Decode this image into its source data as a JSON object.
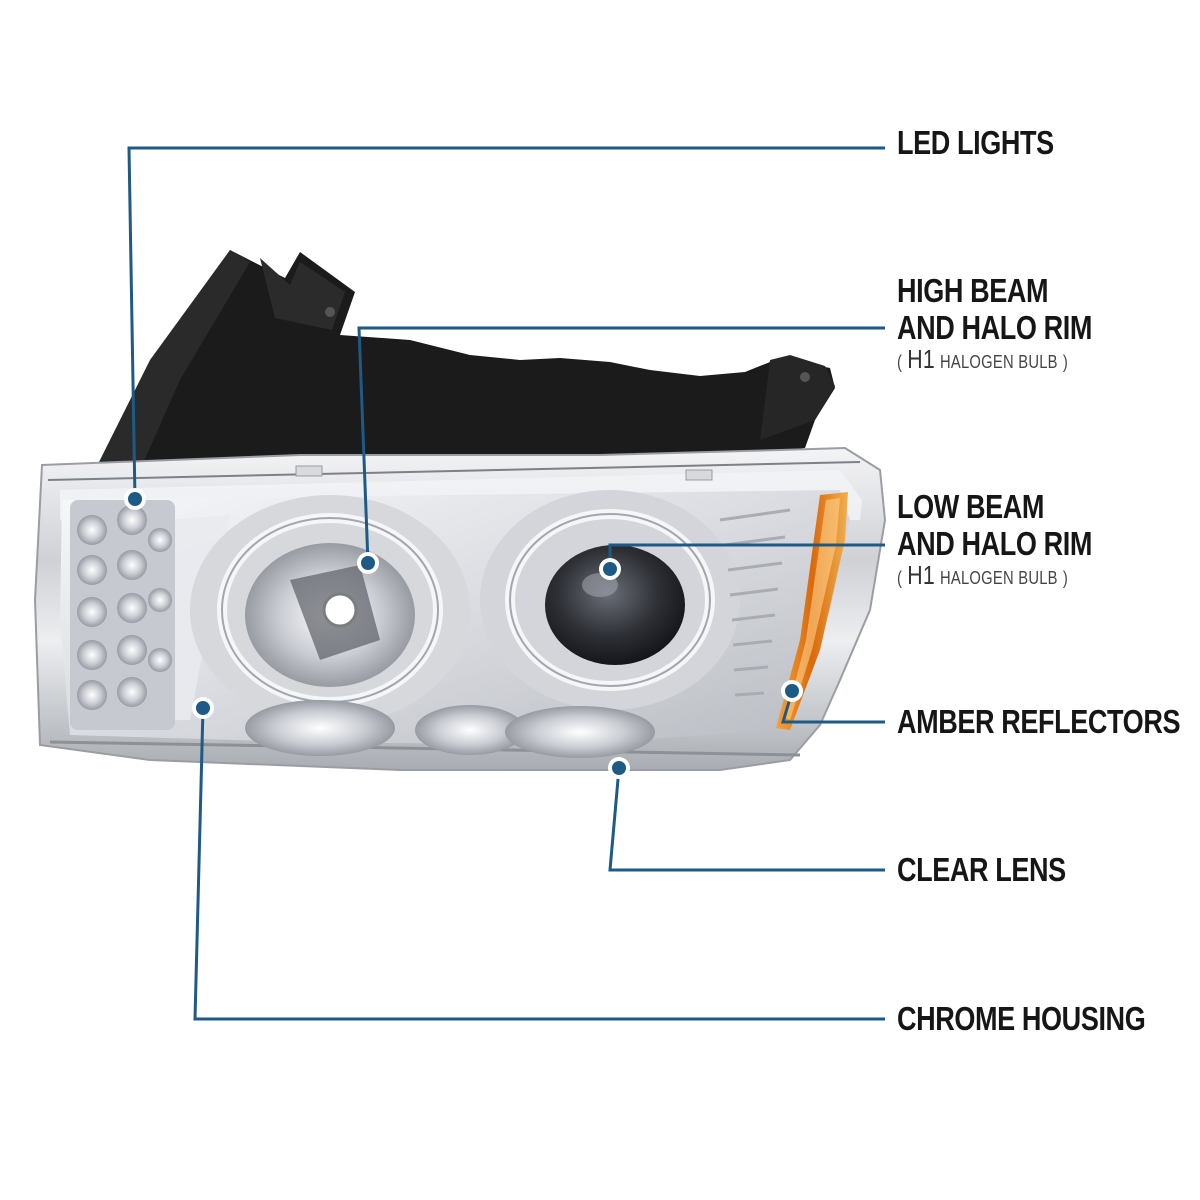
{
  "colors": {
    "callout_line": "#1e5a86",
    "callout_dot": "#1e5a86",
    "amber": "#e07a12",
    "housing_black": "#1b1b1b"
  },
  "callouts": [
    {
      "id": "led",
      "title_lines": [
        "LED LIGHTS"
      ]
    },
    {
      "id": "high",
      "title_lines": [
        "HIGH BEAM",
        "AND HALO RIM"
      ],
      "note": {
        "open": "(",
        "bulb": "H1",
        "type": "HALOGEN BULB",
        "close": ")"
      }
    },
    {
      "id": "low",
      "title_lines": [
        "LOW BEAM",
        "AND HALO RIM"
      ],
      "note": {
        "open": "(",
        "bulb": "H1",
        "type": "HALOGEN BULB",
        "close": ")"
      }
    },
    {
      "id": "amber",
      "title_lines": [
        "AMBER REFLECTORS"
      ]
    },
    {
      "id": "lens",
      "title_lines": [
        "CLEAR LENS"
      ]
    },
    {
      "id": "housing",
      "title_lines": [
        "CHROME HOUSING"
      ]
    }
  ]
}
